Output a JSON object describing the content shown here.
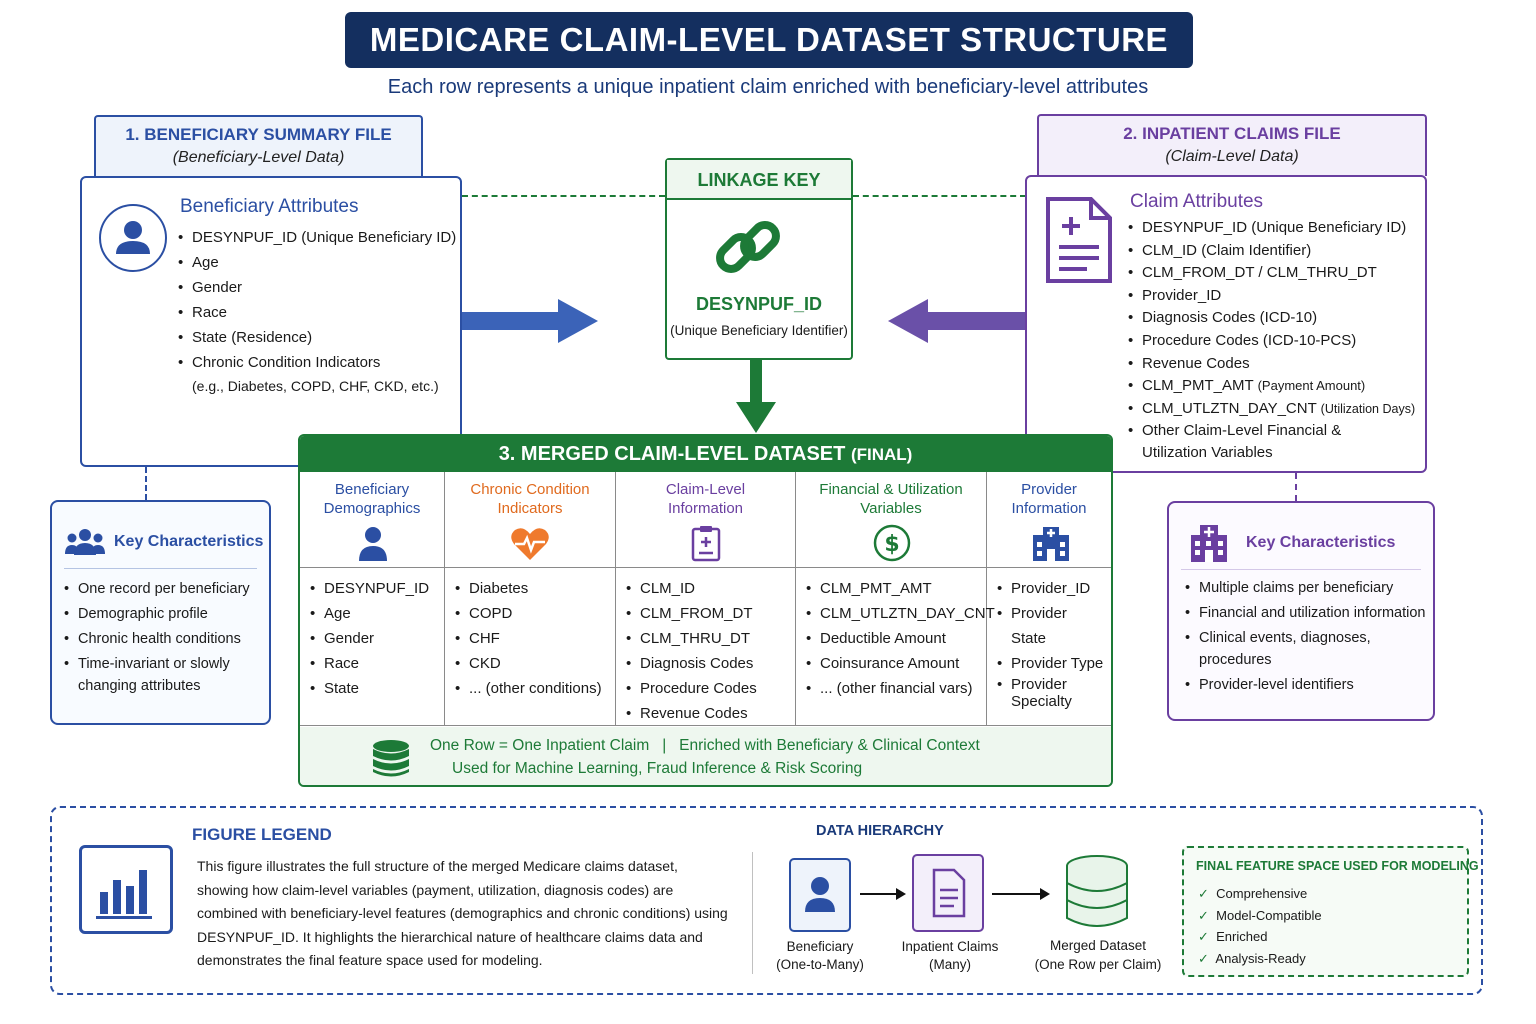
{
  "title": "MEDICARE CLAIM-LEVEL DATASET STRUCTURE",
  "subtitle": "Each row represents a unique inpatient claim enriched with beneficiary-level attributes",
  "beneficiary_file": {
    "tab_title": "1. BENEFICIARY SUMMARY FILE",
    "tab_sub": "(Beneficiary-Level Data)",
    "heading": "Beneficiary Attributes",
    "items": [
      "DESYNPUF_ID  (Unique Beneficiary ID)",
      "Age",
      "Gender",
      "Race",
      "State (Residence)",
      "Chronic Condition Indicators"
    ],
    "items_note": "(e.g., Diabetes, COPD, CHF, CKD, etc.)"
  },
  "linkage": {
    "title": "LINKAGE KEY",
    "key": "DESYNPUF_ID",
    "desc": "(Unique Beneficiary Identifier)"
  },
  "claims_file": {
    "tab_title": "2. INPATIENT CLAIMS FILE",
    "tab_sub": "(Claim-Level Data)",
    "heading": "Claim Attributes",
    "items": [
      [
        "DESYNPUF_ID",
        "(Unique Beneficiary ID)"
      ],
      [
        "CLM_ID",
        "(Claim Identifier)"
      ],
      [
        "CLM_FROM_DT / CLM_THRU_DT",
        ""
      ],
      [
        "Provider_ID",
        ""
      ],
      [
        "Diagnosis Codes",
        "(ICD-10)"
      ],
      [
        "Procedure Codes",
        "(ICD-10-PCS)"
      ],
      [
        "Revenue Codes",
        ""
      ],
      [
        "CLM_PMT_AMT",
        "(Payment Amount)"
      ],
      [
        "CLM_UTLZTN_DAY_CNT",
        "(Utilization Days)"
      ],
      [
        "Other Claim-Level Financial &",
        ""
      ]
    ],
    "last_line": "Utilization Variables"
  },
  "merged": {
    "title_main": "3.  MERGED CLAIM-LEVEL DATASET",
    "title_tag": "(FINAL)",
    "columns": [
      {
        "title": "Beneficiary Demographics",
        "items": [
          "DESYNPUF_ID",
          "Age",
          "Gender",
          "Race",
          "State"
        ]
      },
      {
        "title": "Chronic Condition Indicators",
        "items": [
          "Diabetes",
          "COPD",
          "CHF",
          "CKD",
          "... (other conditions)"
        ]
      },
      {
        "title": "Claim-Level Information",
        "items": [
          "CLM_ID",
          "CLM_FROM_DT",
          "CLM_THRU_DT",
          "Diagnosis Codes",
          "Procedure Codes",
          "Revenue Codes"
        ]
      },
      {
        "title": "Financial & Utilization Variables",
        "items": [
          "CLM_PMT_AMT",
          "CLM_UTLZTN_DAY_CNT",
          "Deductible Amount",
          "Coinsurance Amount",
          "... (other financial vars)"
        ]
      },
      {
        "title": "Provider Information",
        "items": [
          "Provider_ID",
          "Provider State",
          "Provider Type",
          "Provider Specialty"
        ]
      }
    ],
    "footer_left": "One Row = One Inpatient Claim",
    "footer_sep": "|",
    "footer_right": "Enriched with Beneficiary & Clinical Context",
    "footer_line2": "Used for Machine Learning, Fraud Inference & Risk Scoring"
  },
  "key_left": {
    "title": "Key Characteristics",
    "items": [
      "One record per beneficiary",
      "Demographic profile",
      "Chronic health conditions",
      "Time-invariant or slowly changing attributes"
    ]
  },
  "key_right": {
    "title": "Key Characteristics",
    "items": [
      "Multiple claims per beneficiary",
      "Financial and utilization information",
      "Clinical events, diagnoses, procedures",
      "Provider-level identifiers"
    ]
  },
  "legend": {
    "title": "FIGURE LEGEND",
    "text": "This figure illustrates the full structure of the merged Medicare claims dataset, showing how claim-level variables (payment, utilization, diagnosis codes) are combined with beneficiary-level features (demographics and chronic conditions) using DESYNPUF_ID. It highlights the hierarchical nature of healthcare claims data and demonstrates the final feature space used for modeling.",
    "hierarchy_title": "DATA HIERARCHY",
    "nodes": [
      {
        "label": "Beneficiary",
        "sub": "(One-to-Many)"
      },
      {
        "label": "Inpatient Claims",
        "sub": "(Many)"
      },
      {
        "label": "Merged Dataset",
        "sub": "(One Row per Claim)"
      }
    ],
    "feature_title": "FINAL FEATURE SPACE USED FOR MODELING",
    "features": [
      "Comprehensive",
      "Model-Compatible",
      "Enriched",
      "Analysis-Ready"
    ]
  },
  "colors": {
    "navy": "#142f5f",
    "blue": "#2b4fa3",
    "purple": "#6a3fa0",
    "green": "#1d7a37",
    "orange": "#e06a1e"
  }
}
